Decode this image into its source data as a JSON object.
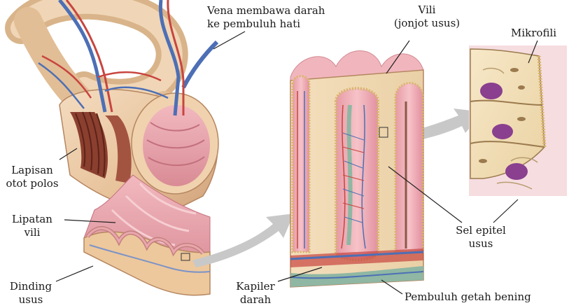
{
  "diagram": {
    "labels": {
      "vein": [
        "Vena membawa darah",
        "ke pembuluh  hati"
      ],
      "villi": [
        "Vili",
        "(jonjot usus)"
      ],
      "microvilli": [
        "Mikrofili"
      ],
      "smooth_muscle": [
        "Lapisan",
        "otot polos"
      ],
      "villus_folds": [
        "Lipatan",
        "vili"
      ],
      "intestinal_wall": [
        "Dinding",
        "usus"
      ],
      "epithelial_cells": [
        "Sel epitel",
        "usus"
      ],
      "blood_capillary": [
        "Kapiler",
        "darah"
      ],
      "lymph_vessel": [
        "Pembuluh getah bening"
      ]
    },
    "colors": {
      "intestine_outer": "#e9c9a3",
      "intestine_lining": "#e4a0a8",
      "muscle_band": "#8b3f2f",
      "vein": "#4d6fb5",
      "artery": "#c8453f",
      "lacteal": "#8fb7a3",
      "epithelium_bead": "#d9b56a",
      "cell_fill": "#f3e1bd",
      "nucleus": "#8a3f8f",
      "arrow": "#c8c8c8"
    }
  }
}
